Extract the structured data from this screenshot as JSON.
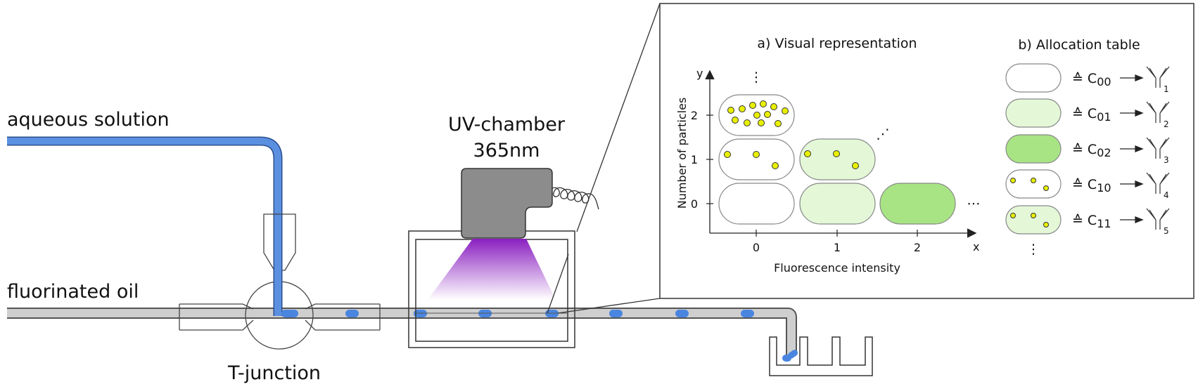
{
  "labels": {
    "aqueous": "aqueous solution",
    "oil": "fluorinated oil",
    "tjunction": "T-junction",
    "uv_line1": "UV-chamber",
    "uv_line2": "365nm"
  },
  "panel_a": {
    "title": "a) Visual representation",
    "x_label": "Fluorescence intensity",
    "y_label": "Number of particles",
    "x_axis_letter": "x",
    "y_axis_letter": "y",
    "x_ticks": [
      "0",
      "1",
      "2"
    ],
    "y_ticks": [
      "0",
      "1",
      "2"
    ],
    "ellipsis": "⋯",
    "vellipsis": "⋮",
    "diag_ellipsis": "⋰"
  },
  "panel_b": {
    "title": "b) Allocation table",
    "rows": [
      {
        "symbol": "≙",
        "code": "C",
        "sub": "00",
        "antibody_index": "1"
      },
      {
        "symbol": "≙",
        "code": "C",
        "sub": "01",
        "antibody_index": "2"
      },
      {
        "symbol": "≙",
        "code": "C",
        "sub": "02",
        "antibody_index": "3"
      },
      {
        "symbol": "≙",
        "code": "C",
        "sub": "10",
        "antibody_index": "4"
      },
      {
        "symbol": "≙",
        "code": "C",
        "sub": "11",
        "antibody_index": "5"
      }
    ],
    "vellipsis": "⋮"
  },
  "colors": {
    "aqueous_blue": "#5b8fe0",
    "droplet_blue": "#4a86e0",
    "channel_grey": "#c8c8c8",
    "uv_purple": "#8a1fc0",
    "lamp_grey": "#8c8c8c",
    "light_green": "#e4f8d8",
    "mid_green": "#a8e484",
    "particle_yellow": "#e8f000"
  }
}
